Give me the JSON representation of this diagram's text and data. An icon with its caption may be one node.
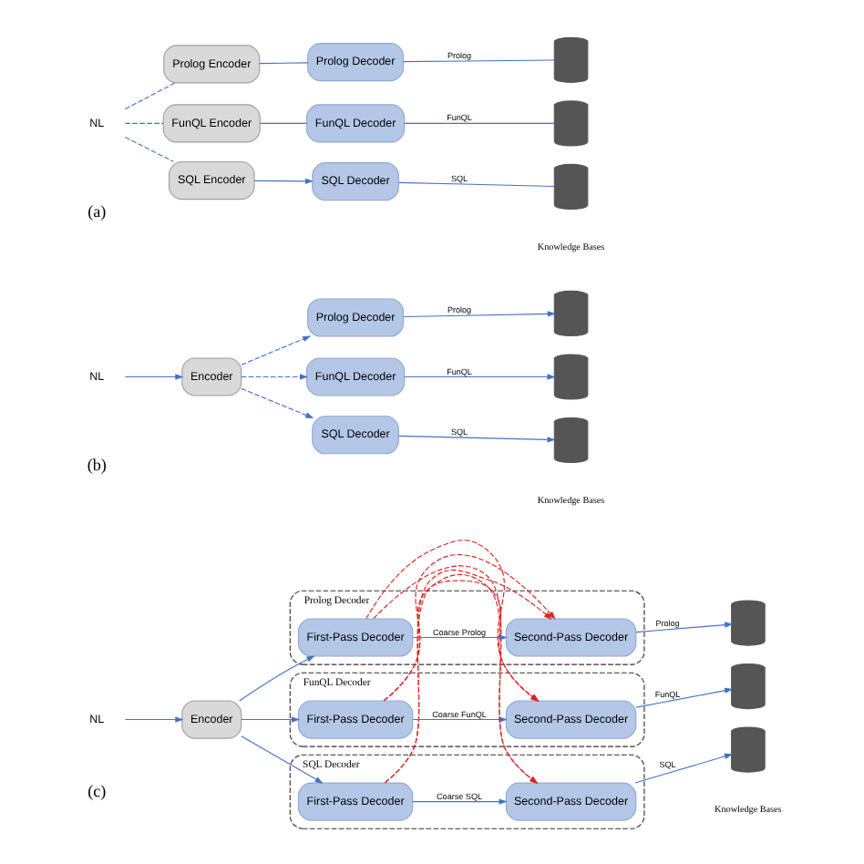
{
  "diagram": {
    "nodes": [
      {
        "text": [
          "NL"
        ]
      },
      {
        "text": [
          "Prolog Encoder"
        ]
      },
      {
        "text": [
          "Prolog Decoder"
        ]
      },
      {
        "text": [],
        "shape": "cylinder"
      },
      {
        "text": [
          "FunQL Encoder"
        ]
      },
      {
        "text": [
          "FunQL Decoder"
        ]
      },
      {
        "text": [],
        "shape": "cylinder"
      },
      {
        "text": [
          "SQL Encoder"
        ]
      },
      {
        "text": [
          "SQL Decoder"
        ]
      },
      {
        "text": [],
        "shape": "cylinder"
      },
      {
        "text": [
          "Encoder"
        ]
      },
      {
        "text": [
          "NL"
        ]
      },
      {
        "text": [
          "Prolog Decoder"
        ]
      },
      {
        "text": [],
        "shape": "cylinder"
      },
      {
        "text": [
          "FunQL Decoder"
        ]
      },
      {
        "text": [],
        "shape": "cylinder"
      },
      {
        "text": [
          "SQL Decoder"
        ]
      },
      {
        "text": [],
        "shape": "cylinder"
      },
      {
        "text": [
          "Encoder"
        ]
      },
      {
        "text": [
          "NL"
        ]
      },
      {
        "text": [
          "Prolog Decoder"
        ]
      },
      {
        "text": [
          "First-Pass Decoder"
        ],
        "in": 20
      },
      {
        "text": [
          "Second-Pass Decoder"
        ],
        "in": 20
      },
      {
        "text": [
          "FunQL Decoder"
        ]
      },
      {
        "text": [
          "First-Pass Decoder"
        ],
        "in": 23
      },
      {
        "text": [
          "Second-Pass Decoder"
        ],
        "in": 23
      },
      {
        "text": [
          "SQL Decoder"
        ]
      },
      {
        "text": [
          "First-Pass Decoder"
        ],
        "in": 26
      },
      {
        "text": [
          "Second-Pass Decoder"
        ],
        "in": 26
      },
      {
        "text": [],
        "shape": "cylinder"
      },
      {
        "text": [],
        "shape": "cylinder"
      },
      {
        "text": [],
        "shape": "cylinder"
      }
    ],
    "edges": [
      {
        "from": 0,
        "to": 1,
        "arrow": "none",
        "style": "dashed"
      },
      {
        "from": 0,
        "to": 4,
        "arrow": "none",
        "style": "dashed"
      },
      {
        "from": 0,
        "to": 7,
        "arrow": "none",
        "style": "dashed"
      },
      {
        "from": 1,
        "to": 2,
        "arrow": "none"
      },
      {
        "from": 4,
        "to": 5,
        "arrow": "none"
      },
      {
        "from": 7,
        "to": 8,
        "arrow": "to"
      },
      {
        "from": 2,
        "to": 3,
        "label": "Prolog",
        "arrow": "none"
      },
      {
        "from": 5,
        "to": 6,
        "label": "FunQL",
        "arrow": "none"
      },
      {
        "from": 8,
        "to": 9,
        "label": "SQL",
        "arrow": "none"
      },
      {
        "from": 11,
        "to": 10,
        "arrow": "to"
      },
      {
        "from": 10,
        "to": 12,
        "arrow": "to",
        "style": "dashed"
      },
      {
        "from": 10,
        "to": 14,
        "arrow": "to",
        "style": "dashed"
      },
      {
        "from": 10,
        "to": 16,
        "arrow": "to",
        "style": "dashed"
      },
      {
        "from": 12,
        "to": 13,
        "label": "Prolog",
        "arrow": "to"
      },
      {
        "from": 14,
        "to": 15,
        "label": "FunQL",
        "arrow": "to"
      },
      {
        "from": 16,
        "to": 17,
        "label": "SQL",
        "arrow": "to"
      },
      {
        "from": 19,
        "to": 18,
        "arrow": "to"
      },
      {
        "from": 18,
        "to": 21,
        "arrow": "to"
      },
      {
        "from": 18,
        "to": 24,
        "arrow": "to"
      },
      {
        "from": 18,
        "to": 27,
        "arrow": "to"
      },
      {
        "from": 21,
        "to": 22,
        "label": "Coarse Prolog",
        "arrow": "to"
      },
      {
        "from": 24,
        "to": 25,
        "label": "Coarse FunQL",
        "arrow": "to"
      },
      {
        "from": 27,
        "to": 28,
        "label": "Coarse SQL",
        "arrow": "to"
      },
      {
        "from": 21,
        "to": 25,
        "arrow": "to",
        "style": "dashed",
        "color": "#e02020"
      },
      {
        "from": 21,
        "to": 28,
        "arrow": "to",
        "style": "dashed",
        "color": "#e02020"
      },
      {
        "from": 24,
        "to": 22,
        "arrow": "to",
        "style": "dashed",
        "color": "#e02020"
      },
      {
        "from": 24,
        "to": 28,
        "arrow": "to",
        "style": "dashed",
        "color": "#e02020"
      },
      {
        "from": 27,
        "to": 22,
        "arrow": "to",
        "style": "dashed",
        "color": "#e02020"
      },
      {
        "from": 27,
        "to": 25,
        "arrow": "to",
        "style": "dashed",
        "color": "#e02020"
      },
      {
        "from": 22,
        "to": 29,
        "label": "Prolog",
        "arrow": "to"
      },
      {
        "from": 25,
        "to": 30,
        "label": "FunQL",
        "arrow": "to"
      },
      {
        "from": 28,
        "to": 31,
        "label": "SQL",
        "arrow": "to"
      }
    ],
    "labels": [
      "Knowledge Bases",
      "(a)",
      "Knowledge Bases",
      "(b)",
      "Knowledge Bases",
      "(c)"
    ]
  }
}
